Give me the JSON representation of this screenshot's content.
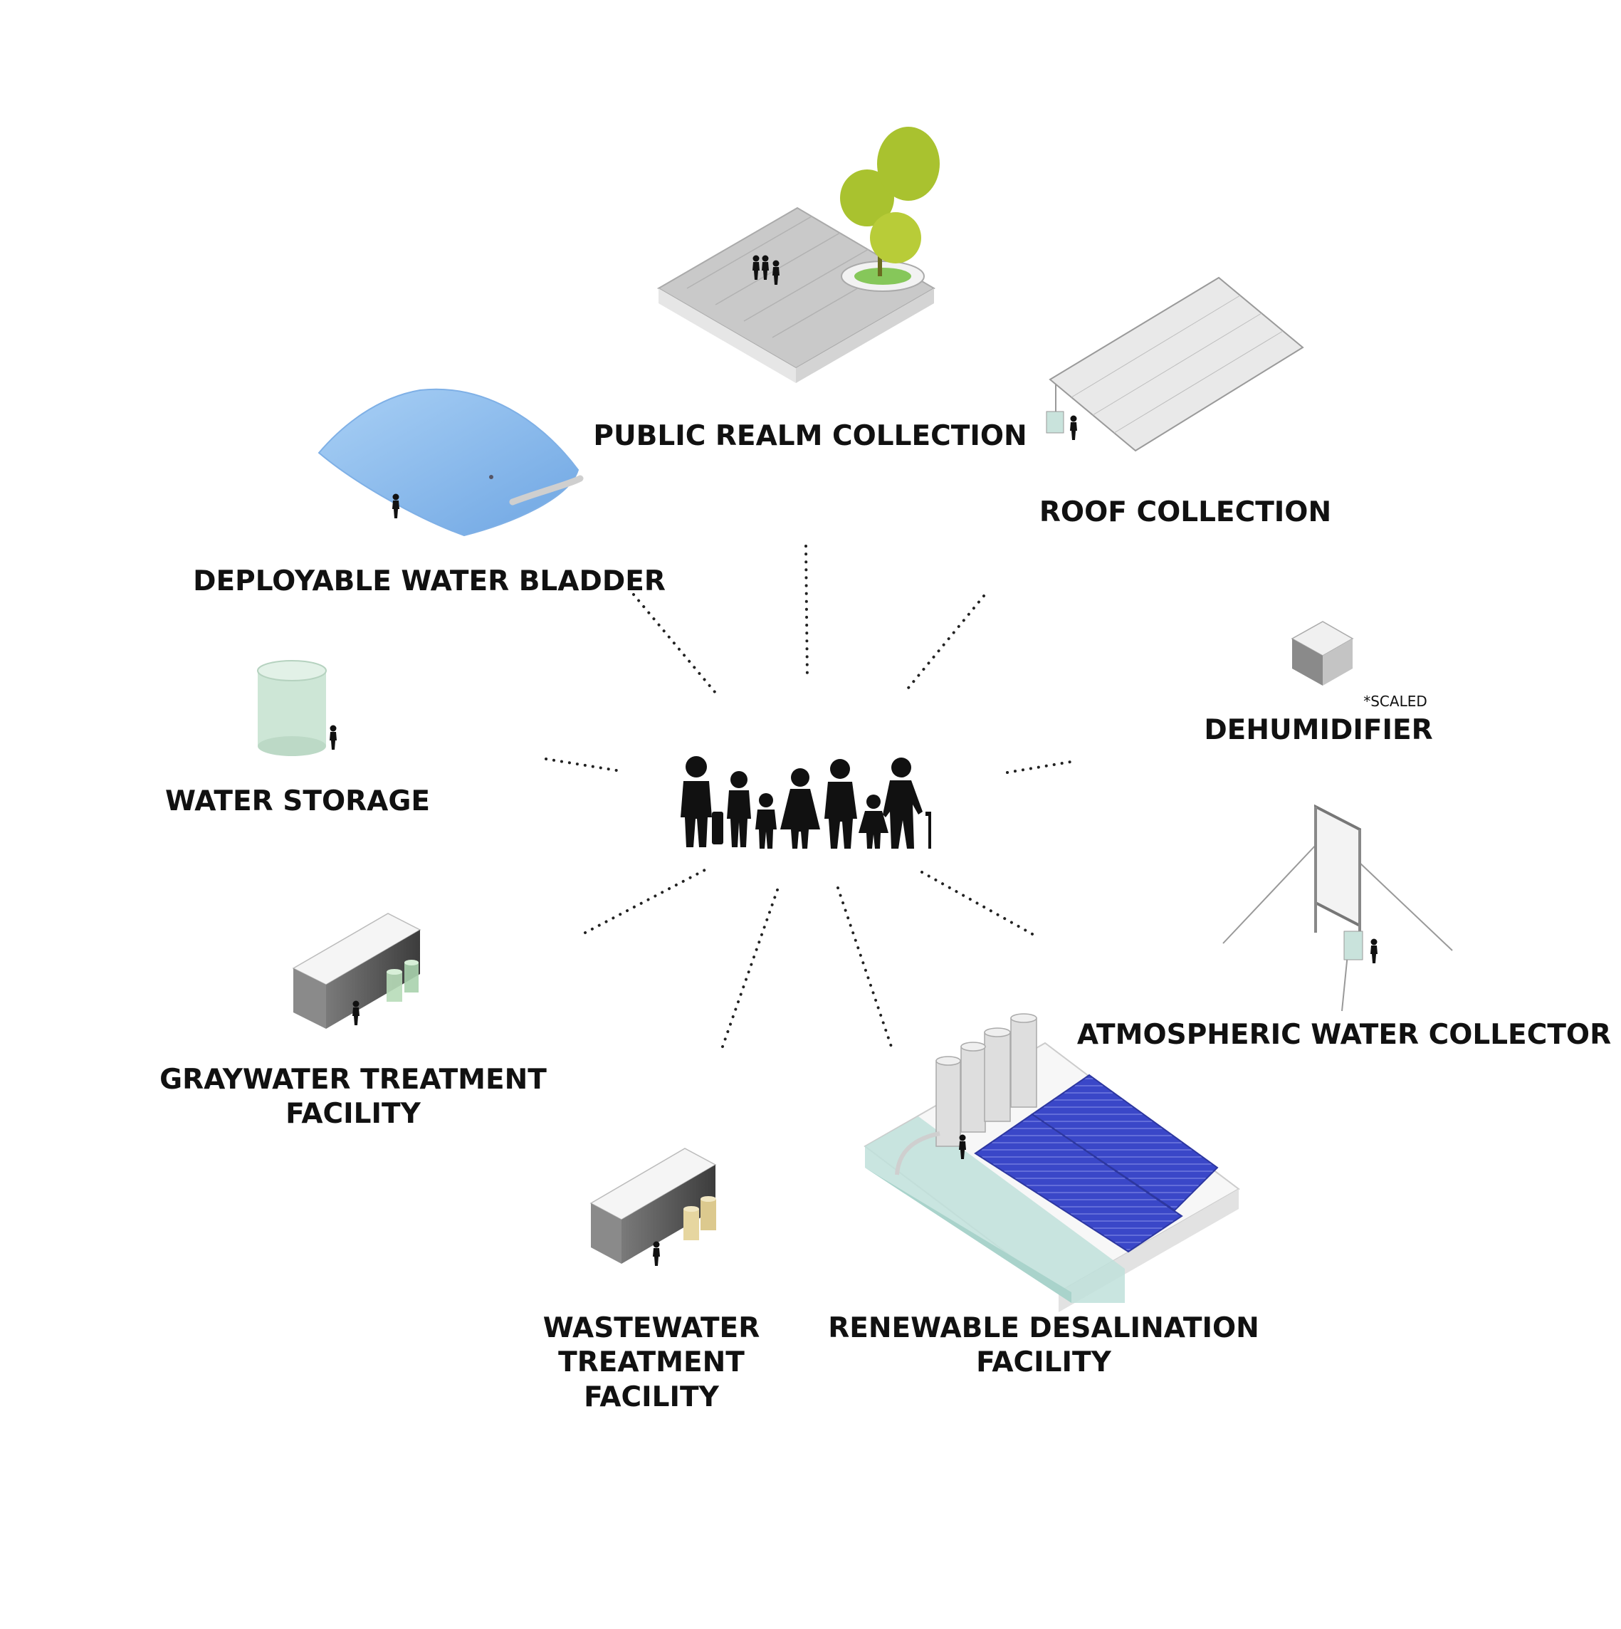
{
  "center": {
    "icon": "family-group-icon"
  },
  "nodes": {
    "public_realm": {
      "label": "PUBLIC REALM COLLECTION",
      "icon": "public-plaza-tree-icon"
    },
    "roof": {
      "label": "ROOF COLLECTION",
      "icon": "roof-canopy-icon"
    },
    "bladder": {
      "label": "DEPLOYABLE WATER BLADDER",
      "icon": "water-bladder-icon"
    },
    "dehumidifier": {
      "label": "DEHUMIDIFIER",
      "note": "*SCALED",
      "icon": "dehumidifier-box-icon"
    },
    "storage": {
      "label": "WATER STORAGE",
      "icon": "water-tank-icon"
    },
    "atmospheric": {
      "label": "ATMOSPHERIC WATER COLLECTOR",
      "icon": "fog-net-collector-icon"
    },
    "graywater": {
      "line1": "GRAYWATER TREATMENT",
      "line2": "FACILITY",
      "icon": "graywater-building-icon"
    },
    "wastewater": {
      "line1": "WASTEWATER",
      "line2": "TREATMENT",
      "line3": "FACILITY",
      "icon": "wastewater-building-icon"
    },
    "desalination": {
      "line1": "RENEWABLE DESALINATION",
      "line2": "FACILITY",
      "icon": "solar-desalination-icon"
    }
  },
  "colors": {
    "bladder": "#8fbfee",
    "tank": "#cde6d6",
    "tree": "#a9c22f",
    "solar": "#3a47c8",
    "text": "#111111"
  }
}
